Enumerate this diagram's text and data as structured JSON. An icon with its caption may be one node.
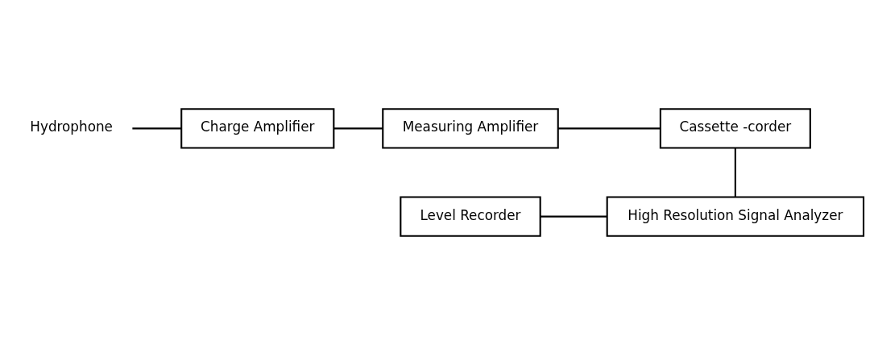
{
  "diagram": {
    "nodes": [
      {
        "text": [
          "Hydrophone"
        ]
      },
      {
        "text": [
          "Charge Amplifier"
        ]
      },
      {
        "text": [
          "Measuring Amplifier"
        ]
      },
      {
        "text": [
          "Cassette -corder"
        ]
      },
      {
        "text": [
          "High Resolution Signal Analyzer"
        ]
      },
      {
        "text": [
          "Level Recorder"
        ]
      }
    ],
    "edges": [
      {
        "from": 0,
        "to": 1,
        "arrow": "none"
      },
      {
        "from": 1,
        "to": 2,
        "arrow": "none"
      },
      {
        "from": 2,
        "to": 3,
        "arrow": "none"
      },
      {
        "from": 3,
        "to": 4,
        "arrow": "none"
      },
      {
        "from": 4,
        "to": 5,
        "arrow": "none"
      }
    ]
  }
}
